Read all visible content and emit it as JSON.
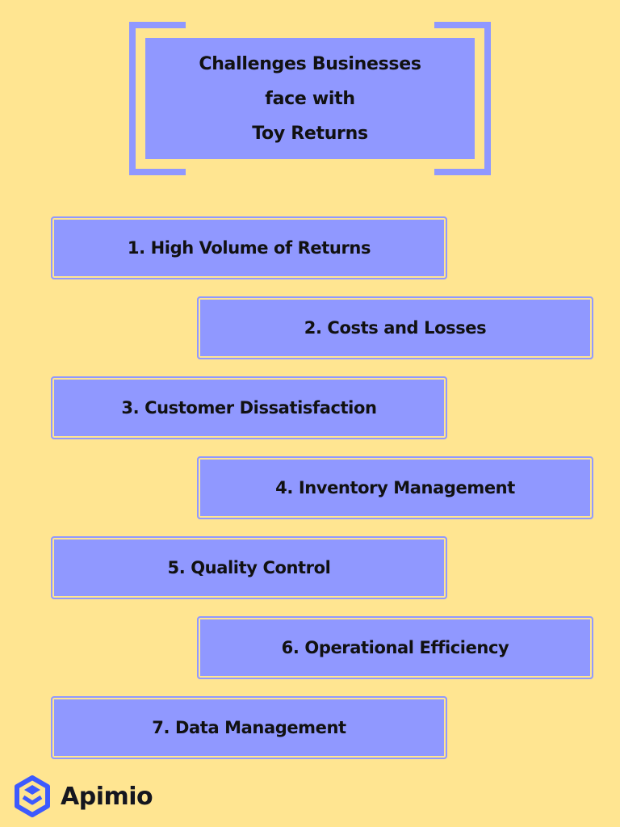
{
  "title": "Challenges Businesses\nface with\nToy Returns",
  "items": [
    "1. High Volume of Returns",
    "2. Costs and Losses",
    "3. Customer Dissatisfaction",
    "4. Inventory Management",
    "5. Quality Control",
    "6. Operational Efficiency",
    "7. Data Management"
  ],
  "brand": {
    "name": "Apimio",
    "color": "#3D5AFE"
  },
  "colors": {
    "background": "#FFE591",
    "box": "#9098FF"
  }
}
